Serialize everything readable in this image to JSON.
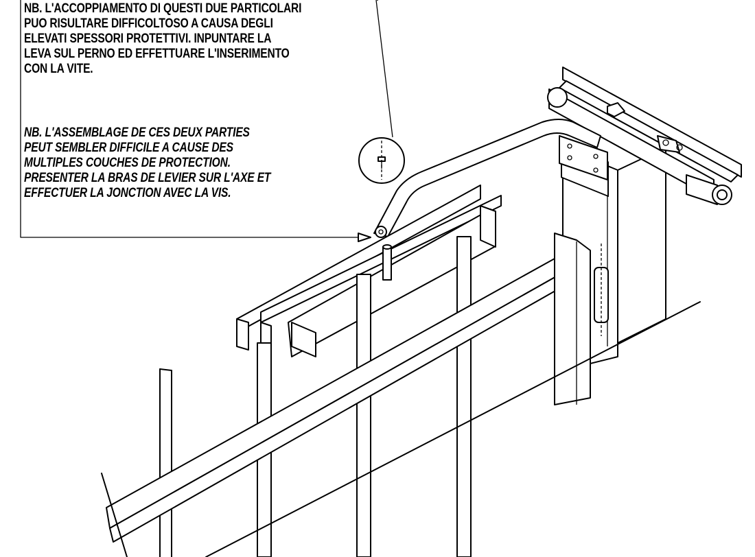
{
  "note_italian": {
    "lines": [
      "NB. L'ACCOPPIAMENTO DI QUESTI DUE PARTICOLARI",
      "PUO RISULTARE DIFFICOLTOSO A CAUSA DEGLI",
      "ELEVATI SPESSORI PROTETTIVI.  INPUNTARE LA",
      "LEVA SUL PERNO ED EFFETTUARE L'INSERIMENTO",
      "CON LA VITE."
    ]
  },
  "note_french": {
    "lines": [
      "NB. L'ASSEMBLAGE DE CES DEUX PARTIES",
      "PEUT SEMBLER DIFFICILE A CAUSE DES",
      "MULTIPLES COUCHES DE PROTECTION.",
      "PRESENTER LA BRAS DE LEVIER SUR L'AXE ET",
      "EFFECTUER LA JONCTION AVEC LA VIS."
    ]
  }
}
